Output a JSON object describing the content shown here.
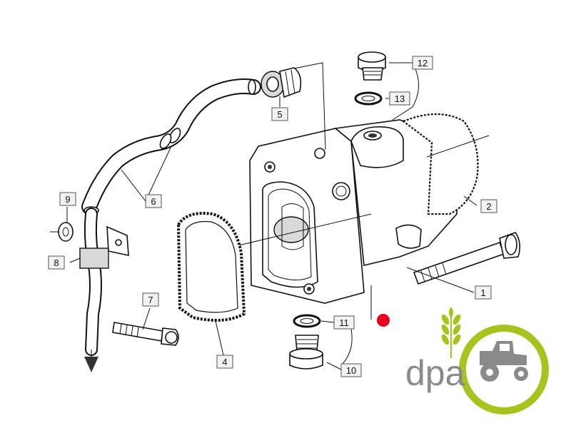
{
  "diagram": {
    "callouts": [
      {
        "id": "1",
        "label": "1"
      },
      {
        "id": "2",
        "label": "2"
      },
      {
        "id": "4",
        "label": "4"
      },
      {
        "id": "5",
        "label": "5"
      },
      {
        "id": "6",
        "label": "6"
      },
      {
        "id": "7",
        "label": "7"
      },
      {
        "id": "8",
        "label": "8"
      },
      {
        "id": "9",
        "label": "9"
      },
      {
        "id": "10",
        "label": "10"
      },
      {
        "id": "11",
        "label": "11"
      },
      {
        "id": "12",
        "label": "12"
      },
      {
        "id": "13",
        "label": "13"
      }
    ],
    "marker_color": "#e8001c"
  },
  "logo": {
    "text": "dpa",
    "text_color": "#8a8a8a",
    "accent_color": "#a6c31e"
  }
}
